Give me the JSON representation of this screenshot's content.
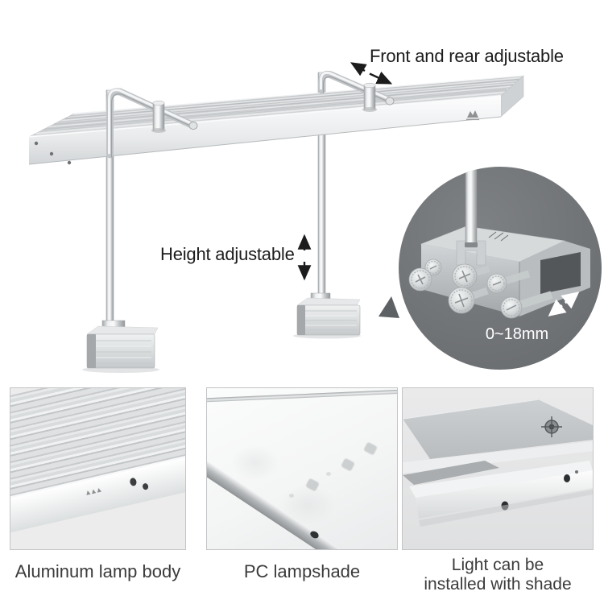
{
  "hero": {
    "annotations": {
      "front_rear": "Front and rear adjustable",
      "height": "Height adjustable"
    },
    "inset": {
      "range_label": "0~18mm",
      "bg_color": "#6e7173"
    },
    "brand_logo_glyph": "▲▲▲"
  },
  "features": [
    {
      "caption": "Aluminum lamp body"
    },
    {
      "caption": "PC lampshade"
    },
    {
      "caption_line1": "Light can be",
      "caption_line2": "installed with shade"
    }
  ],
  "colors": {
    "metal_light": "#f4f5f6",
    "metal_mid": "#d7d9da",
    "metal_dark": "#9da0a2",
    "annotation_text": "#1c1c1c",
    "caption_text": "#3b3b3b"
  }
}
